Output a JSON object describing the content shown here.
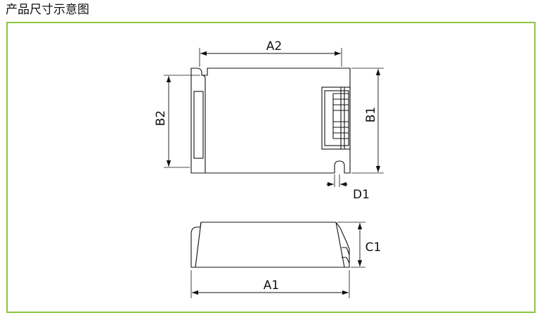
{
  "header": {
    "title": "产品尺寸示意图"
  },
  "frame": {
    "border_color": "#8cc63f"
  },
  "dimensions": {
    "a1": "A1",
    "a2": "A2",
    "b1": "B1",
    "b2": "B2",
    "c1": "C1",
    "d1": "D1"
  }
}
